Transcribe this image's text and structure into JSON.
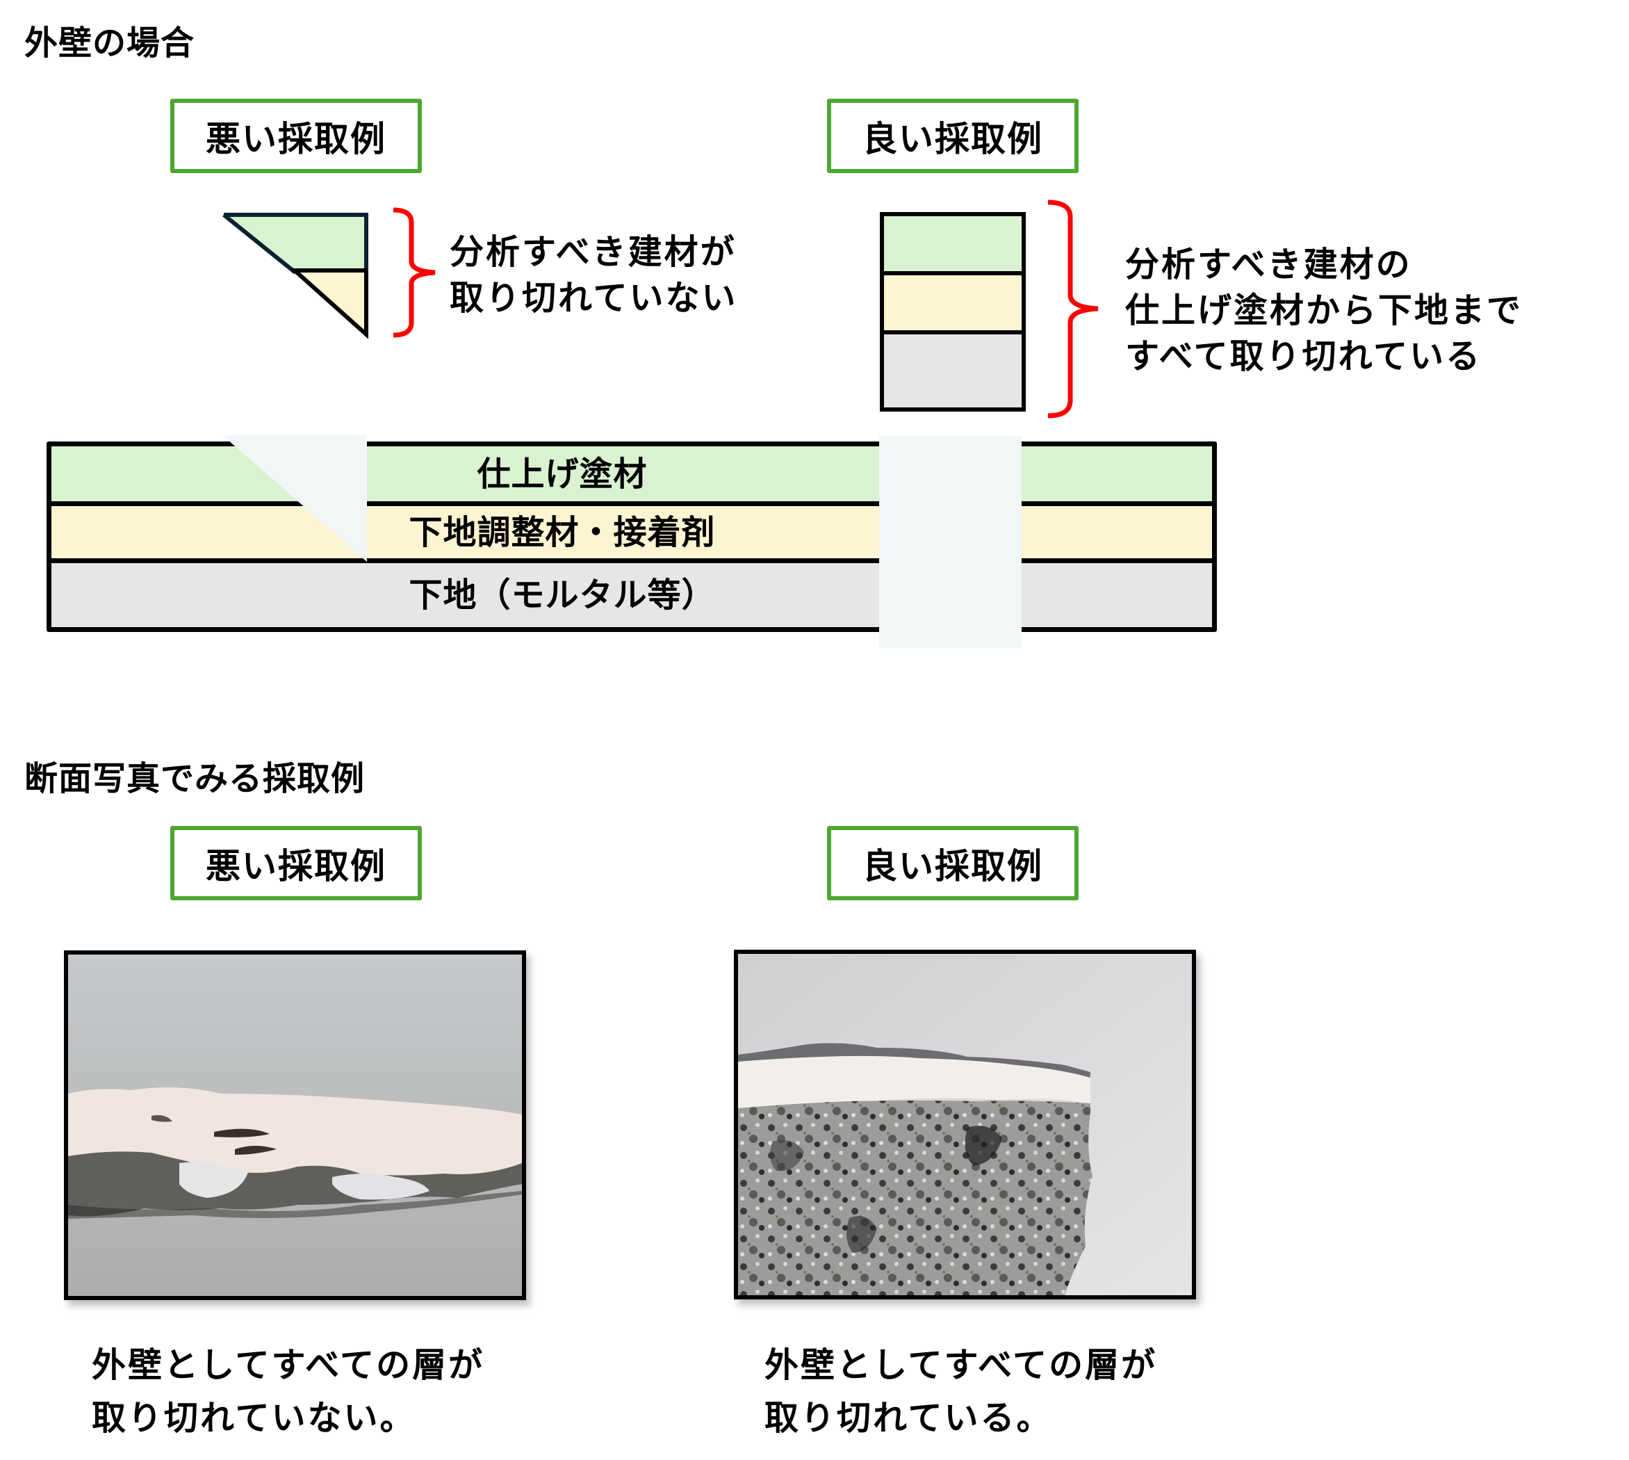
{
  "colors": {
    "finish_layer": "#d9f2d0",
    "adjust_layer": "#fdf4d1",
    "substrate_layer": "#e6e6e6",
    "cutout": "#f2f6f7",
    "label_border": "#4ea72e",
    "brace": "#ff0000"
  },
  "section1": {
    "title": "外壁の場合",
    "bad_label": "悪い採取例",
    "good_label": "良い採取例",
    "bad_annotation": [
      "分析すべき建材が",
      "取り切れていない"
    ],
    "good_annotation": [
      "分析すべき建材の",
      "仕上げ塗材から下地まで",
      "すべて取り切れている"
    ],
    "layers": [
      {
        "name": "finish",
        "label": "仕上げ塗材"
      },
      {
        "name": "adjust",
        "label": "下地調整材・接着剤"
      },
      {
        "name": "substrate",
        "label": "下地（モルタル等）"
      }
    ]
  },
  "section2": {
    "title": "断面写真でみる採取例",
    "bad_label": "悪い採取例",
    "good_label": "良い採取例",
    "bad_photo": "bad-cross-section-photo",
    "good_photo": "good-cross-section-photo",
    "bad_caption": [
      "外壁としてすべての層が",
      "取り切れていない。"
    ],
    "good_caption": [
      "外壁としてすべての層が",
      "取り切れている。"
    ]
  }
}
